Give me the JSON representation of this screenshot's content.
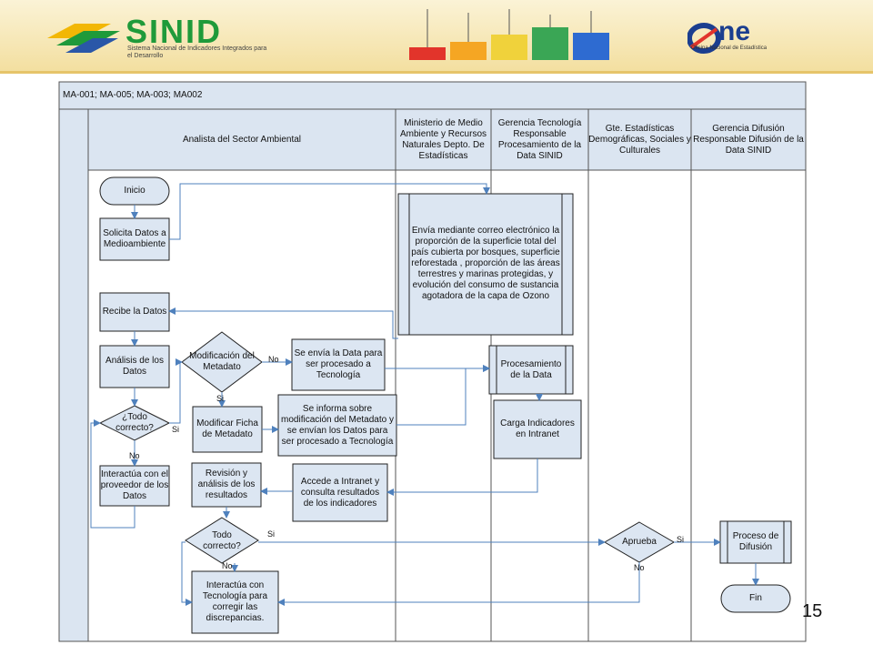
{
  "header": {
    "sinid_logo_text": "SINID",
    "sinid_subtitle": "Sistema Nacional de Indicadores Integrados para el Desarrollo",
    "one_logo_text": "ne",
    "one_subtitle": "Oficina Nacional de Estadística"
  },
  "diagram": {
    "title_row": "MA-001; MA-005; MA-003; MA002",
    "lanes": [
      "Analista del Sector Ambiental",
      "Ministerio de Medio Ambiente y Recursos Naturales Depto. De Estadísticas",
      "Gerencia Tecnología Responsable Procesamiento de la Data SINID",
      "Gte. Estadísticas Demográficas, Sociales y Culturales",
      "Gerencia Difusión Responsable Difusión de la Data SINID"
    ],
    "nodes": {
      "inicio": "Inicio",
      "solicita": "Solicita Datos a Medioambiente",
      "recibe": "Recibe la Datos",
      "analisis": "Análisis de los Datos",
      "todo1": "¿Todo correcto?",
      "interactua1": "Interactúa con el proveedor de los Datos",
      "modificacion": "Modificación del Metadato",
      "modificar_ficha": "Modificar Ficha de Metadato",
      "se_envia": "Se envía la  Data para ser procesado a Tecnología",
      "se_informa": "Se informa sobre modificación del Metadato y se envían los Datos para ser procesado a Tecnología",
      "revision": "Revisión y análisis de los resultados",
      "accede": "Accede a Intranet y consulta resultados de los indicadores",
      "todo2": "Todo correcto?",
      "interactua2": "Interactúa con Tecnología para corregir las discrepancias.",
      "envia_correo": "Envía mediante correo electrónico la proporción de la superficie total del país cubierta por bosques, superficie reforestada , proporción de las áreas terrestres y marinas protegidas, y evolución del consumo de sustancia agotadora de la capa de Ozono",
      "procesamiento": "Procesamiento de la Data",
      "carga": "Carga Indicadores en Intranet",
      "aprueba": "Aprueba",
      "proceso_difusion": "Proceso de Difusión",
      "fin": "Fin"
    },
    "edge_labels": {
      "no_modificacion": "No",
      "si_modificacion": "Si",
      "si_todo1": "Si",
      "no_todo1": "No",
      "si_todo2": "Si",
      "no_todo2": "No",
      "si_aprueba": "Si",
      "no_aprueba": "No"
    },
    "colors": {
      "shape_fill": "#dce6f2",
      "shape_stroke": "#222222",
      "arrow": "#4f81bd",
      "header_fill": "#dbe5f1"
    }
  },
  "page_number": "15"
}
